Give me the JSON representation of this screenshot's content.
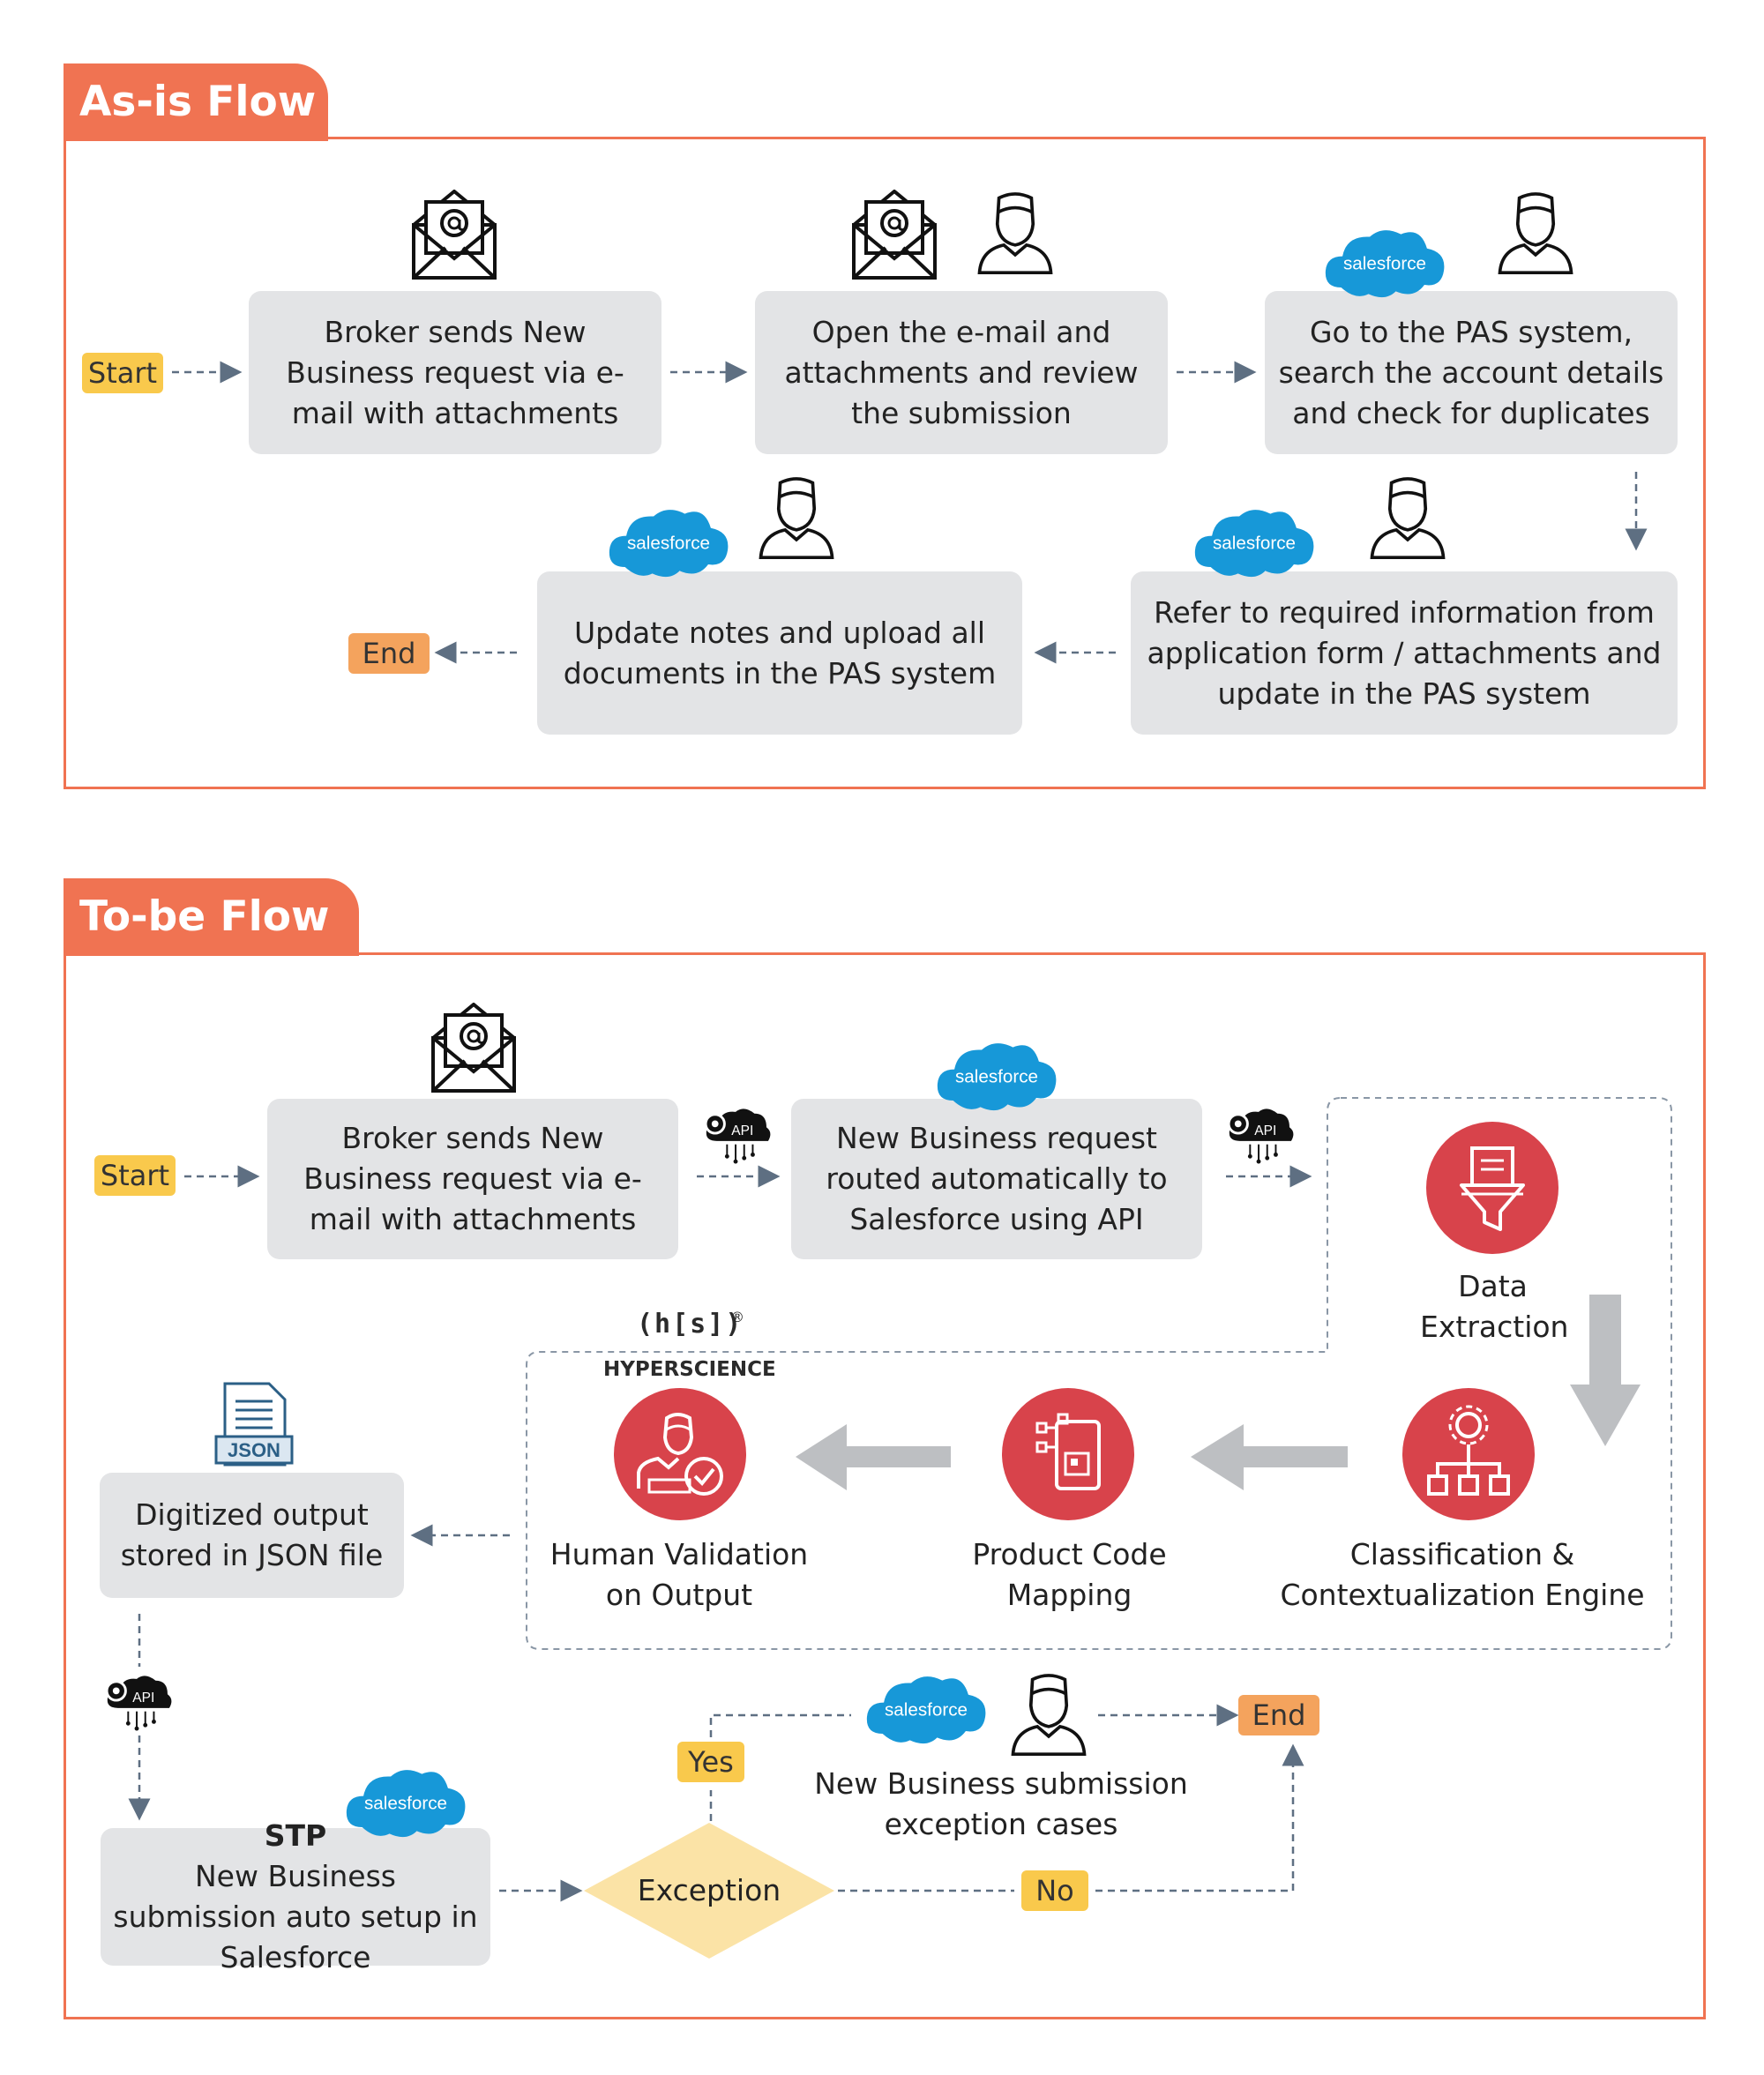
{
  "asis": {
    "title": "As-is Flow",
    "start": "Start",
    "end": "End",
    "steps": [
      "Broker sends New Business request via e-mail with attachments",
      "Open the e-mail and attachments and review the submission",
      "Go to the PAS system, search the account details and check for duplicates",
      "Refer to required information from application form / attachments and update in the PAS system",
      "Update notes and upload all documents in the PAS system"
    ]
  },
  "tobe": {
    "title": "To-be Flow",
    "start": "Start",
    "end": "End",
    "step_email": "Broker sends New Business request via e-mail with attachments",
    "step_routed": "New Business request routed automatically to Salesforce using API",
    "data_extraction": "Data Extraction",
    "classification": "Classification & Contextualization Engine",
    "product_code": "Product Code Mapping",
    "human_validation": "Human Validation on Output",
    "hyperscience_mark": "(h[s])",
    "hyperscience_name": "HYPERSCIENCE",
    "json_label": "JSON",
    "digitized": "Digitized output stored in JSON file",
    "stp_title": "STP",
    "stp_text": "New Business submission auto setup in Salesforce",
    "exception": "Exception",
    "yes": "Yes",
    "no": "No",
    "exception_cases": "New Business submission exception cases"
  },
  "labels": {
    "salesforce": "salesforce",
    "api": "API"
  },
  "colors": {
    "accent": "#f07352",
    "box": "#e3e4e6",
    "yellow": "#f9c94c",
    "orange": "#f4a35d",
    "red_circle": "#d8434b",
    "salesforce": "#1798d8",
    "diamond": "#fbe3a6"
  },
  "icons": [
    "email-icon",
    "person-icon",
    "salesforce-logo",
    "api-cloud-icon",
    "funnel-icon",
    "network-gear-icon",
    "phone-qr-icon",
    "person-check-icon",
    "json-file-icon"
  ]
}
